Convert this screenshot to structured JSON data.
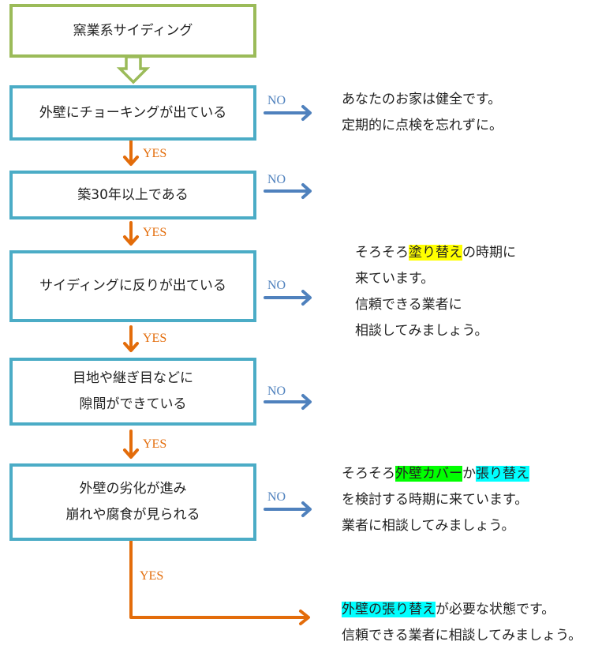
{
  "flow": {
    "start": {
      "text": "窯業系サイディング"
    },
    "steps": [
      {
        "lines": [
          "外壁にチョーキングが出ている"
        ],
        "no_label": "NO",
        "yes_label": "YES"
      },
      {
        "lines": [
          "築30年以上である"
        ],
        "no_label": "NO",
        "yes_label": "YES"
      },
      {
        "lines": [
          "サイディングに反りが出ている"
        ],
        "no_label": "NO",
        "yes_label": "YES"
      },
      {
        "lines": [
          "目地や継ぎ目などに",
          "隙間ができている"
        ],
        "no_label": "NO",
        "yes_label": "YES"
      },
      {
        "lines": [
          "外壁の劣化が進み",
          "崩れや腐食が見られる"
        ],
        "no_label": "NO",
        "yes_label": "YES"
      }
    ]
  },
  "results": {
    "healthy": {
      "lines": [
        "あなたのお家は健全です。",
        "定期的に点検を忘れずに。"
      ]
    },
    "repaint": {
      "line1_pre": "そろそろ",
      "line1_hl": "塗り替え",
      "line1_post": "の時期に",
      "lines": [
        "来ています。",
        "信頼できる業者に",
        "相談してみましょう。"
      ]
    },
    "cover": {
      "line1_pre": "そろそろ",
      "line1_hl1": "外壁カバー",
      "line1_mid": "か",
      "line1_hl2": "張り替え",
      "lines": [
        "を検討する時期に来ています。",
        "業者に相談してみましょう。"
      ]
    },
    "replace": {
      "line1_hl": "外壁の張り替え",
      "line1_post": "が必要な状態です。",
      "line2": "信頼できる業者に相談してみましょう。"
    }
  },
  "colors": {
    "start_border": "#9bbb59",
    "step_border": "#4bacc6",
    "no_arrow": "#4f81bd",
    "yes_arrow": "#e36c0a",
    "highlight_yellow": "#ffff00",
    "highlight_green": "#00ff00",
    "highlight_cyan": "#00ffff"
  }
}
